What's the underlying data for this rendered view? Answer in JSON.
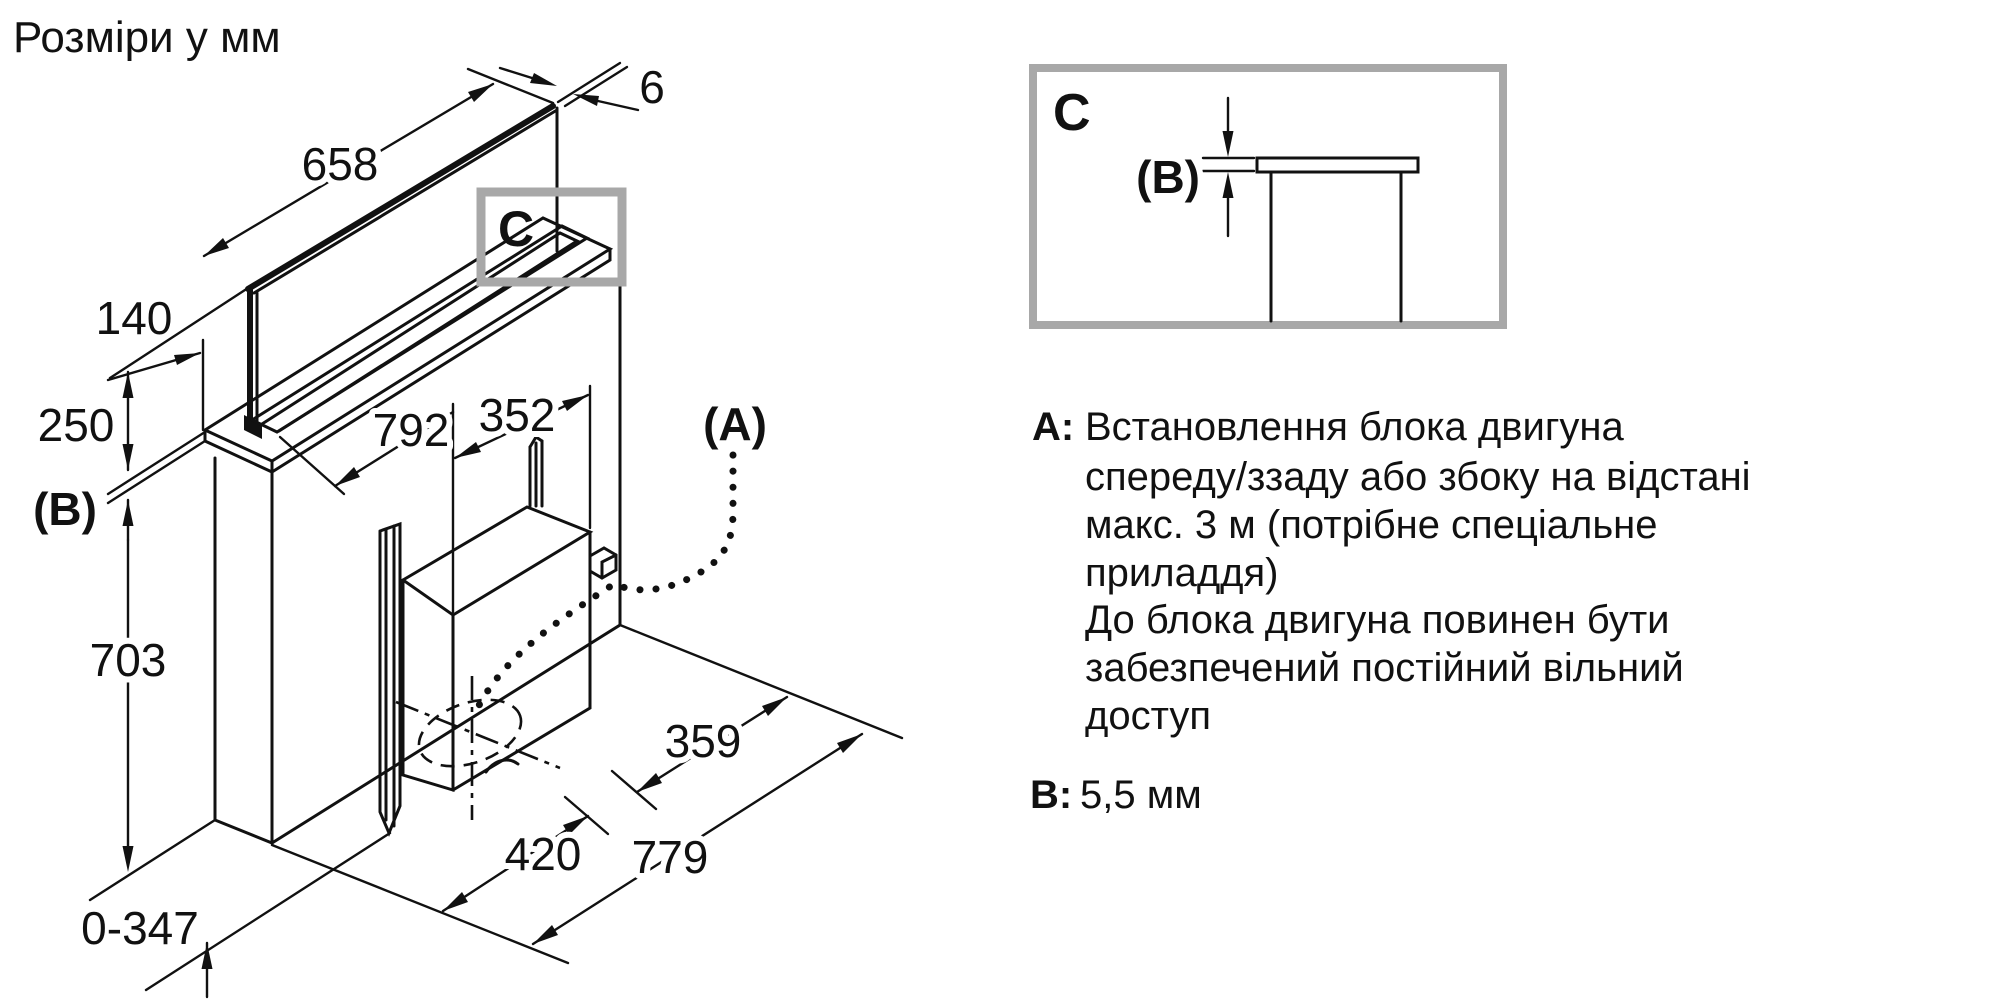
{
  "title": "Розміри у мм",
  "drawing": {
    "dim_658": "658",
    "dim_6": "6",
    "dim_140": "140",
    "dim_250": "250",
    "dim_b_ref": "(B)",
    "dim_703": "703",
    "dim_0_347": "0-347",
    "dim_792": "792",
    "dim_352": "352",
    "callout_a": "(A)",
    "dim_359": "359",
    "dim_420": "420",
    "dim_779": "779",
    "detail_marker": "C"
  },
  "detail_view": {
    "label": "C",
    "gap_label": "(B)"
  },
  "legend": {
    "a_key": "A:",
    "a_lines": [
      "Встановлення блока двигуна",
      "спереду/ззаду або збоку на відстані",
      "макс. 3 м (потрібне спеціальне",
      "приладдя)",
      "До блока двигуна повинен бути",
      "забезпечений постійний вільний",
      "доступ"
    ],
    "b_key": "B:",
    "b_value": "5,5 мм"
  },
  "colors": {
    "line": "#111111",
    "detail_frame": "#a8a8a8",
    "background": "#ffffff"
  }
}
